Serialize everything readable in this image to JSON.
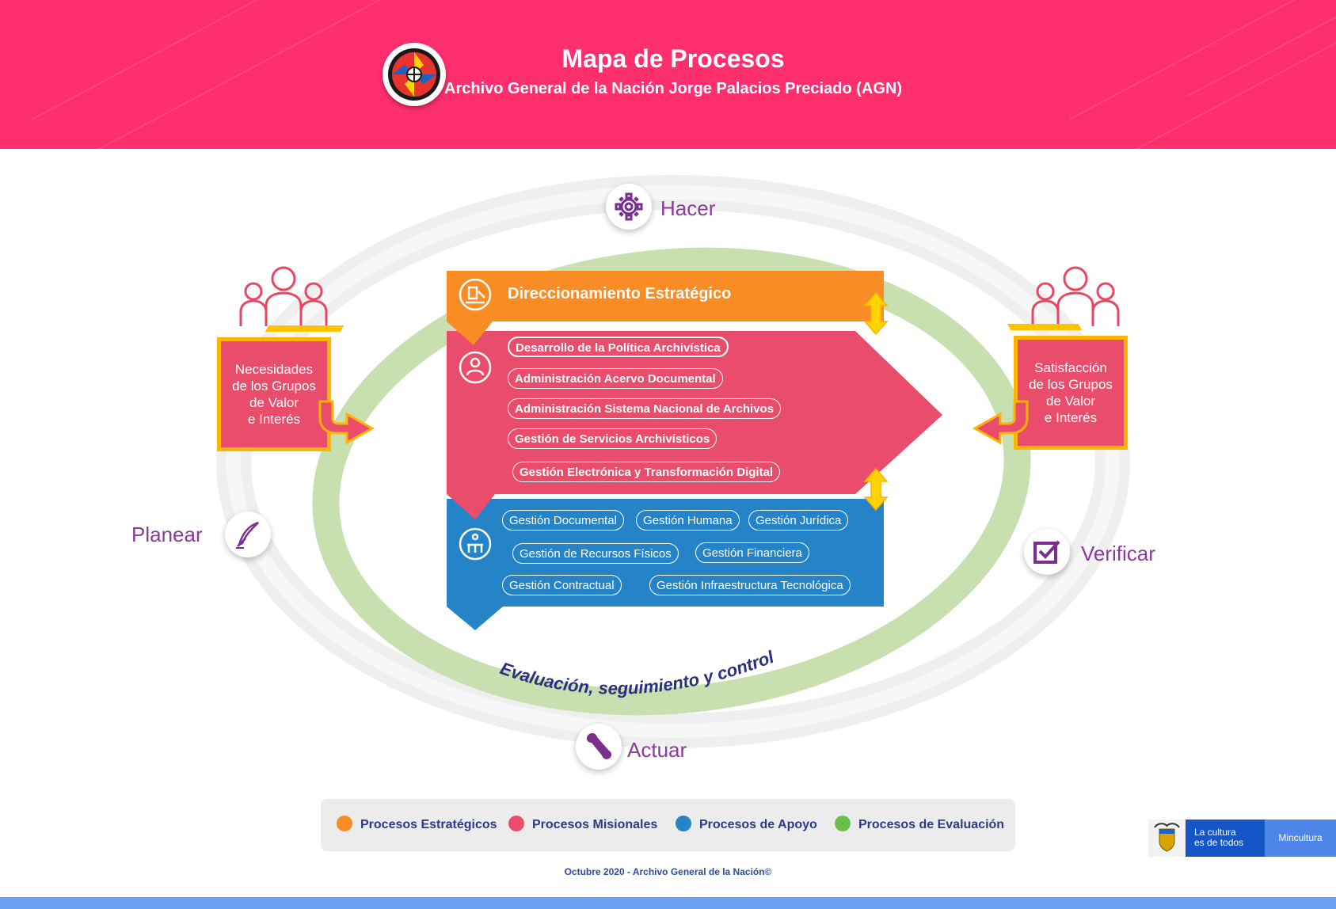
{
  "header": {
    "title": "Mapa de Procesos",
    "subtitle": "Archivo General de la Nación Jorge Palacios Preciado (AGN)",
    "background_color": "#ff2e6e"
  },
  "cycle": {
    "hacer": "Hacer",
    "planear": "Planear",
    "verificar": "Verificar",
    "actuar": "Actuar",
    "evaluacion": "Evaluación, seguimiento y control"
  },
  "left_box": [
    "Necesidades",
    "de los Grupos",
    "de Valor",
    "e Interés"
  ],
  "right_box": [
    "Satisfacción",
    "de los Grupos",
    "de Valor",
    "e Interés"
  ],
  "estrategico": {
    "label": "Direccionamiento Estratégico",
    "color": "#f98c24"
  },
  "misionales": {
    "color": "#ea4d6c",
    "items": [
      "Desarrollo de la Política Archivística",
      "Administración Acervo Documental",
      "Administración Sistema Nacional de Archivos",
      "Gestión de Servicios Archivísticos",
      "Gestión Electrónica y Transformación Digital"
    ]
  },
  "apoyo": {
    "color": "#2583c8",
    "items": [
      "Gestión Documental",
      "Gestión Humana",
      "Gestión Jurídica",
      "Gestión de Recursos Físicos",
      "Gestión Financiera",
      "Gestión Contractual",
      "Gestión Infraestructura Tecnológica"
    ]
  },
  "legend": [
    {
      "label": "Procesos Estratégicos",
      "color": "#f98c24"
    },
    {
      "label": "Procesos Misionales",
      "color": "#ea4d6c"
    },
    {
      "label": "Procesos de Apoyo",
      "color": "#2583c8"
    },
    {
      "label": "Procesos de Evaluación",
      "color": "#6cc04a"
    }
  ],
  "footer": "Octubre 2020 - Archivo General de la Nación©",
  "gov_badge": {
    "line1": "La cultura",
    "line2": "es de todos",
    "ministry": "Mincultura"
  },
  "icons": {
    "hacer": "gear-icon",
    "planear": "quill-pen-icon",
    "verificar": "checkbox-icon",
    "actuar": "wrench-icon",
    "logo": "agn-compass-logo"
  }
}
